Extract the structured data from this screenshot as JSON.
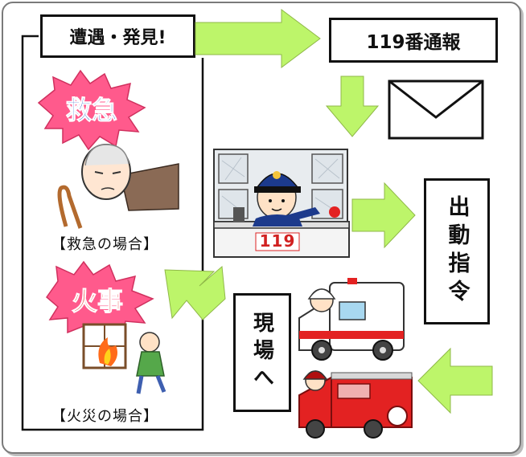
{
  "steps": {
    "encounter": "遭遇・発見!",
    "call": "119番通報",
    "dispatch": "出動指令",
    "to_scene": "現場へ"
  },
  "cases": {
    "emergency_burst": "救急",
    "emergency_caption": "【救急の場合】",
    "fire_burst": "火事",
    "fire_caption": "【火災の場合】"
  },
  "console": {
    "number": "119"
  },
  "colors": {
    "arrow": "#bdf56a",
    "burst_emergency_text": "#1a56c8",
    "burst_fire_text": "#e0201b",
    "burst_fill": "#ff5a8c"
  },
  "icons": [
    "envelope-icon",
    "doctor-officer-icon",
    "elderly-patient-icon",
    "fire-house-icon",
    "ambulance-icon",
    "fire-truck-icon"
  ]
}
